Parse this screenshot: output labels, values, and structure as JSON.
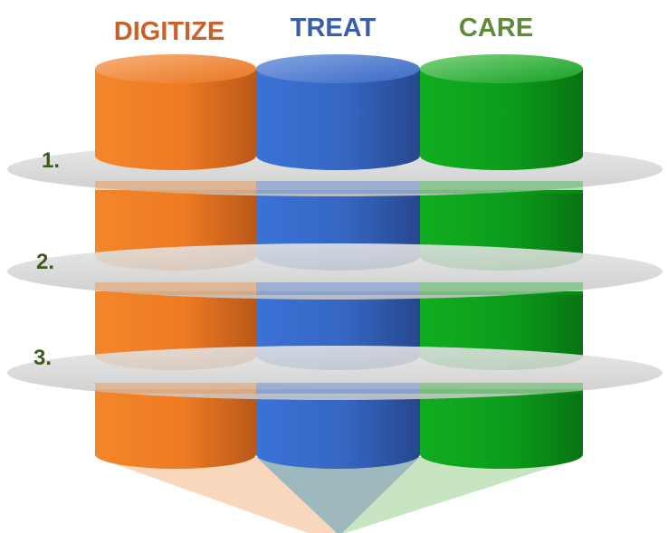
{
  "columns": [
    {
      "title": "DIGITIZE",
      "color": "#f08027",
      "title_color": "#c8622a"
    },
    {
      "title": "TREAT",
      "color": "#3a6ecf",
      "title_color": "#3a5ea8"
    },
    {
      "title": "CARE",
      "color": "#0ea51d",
      "title_color": "#5f8a3c"
    }
  ],
  "levels": [
    {
      "label": "1."
    },
    {
      "label": "2."
    },
    {
      "label": "3."
    }
  ],
  "disk_color": "#d6d6d6"
}
